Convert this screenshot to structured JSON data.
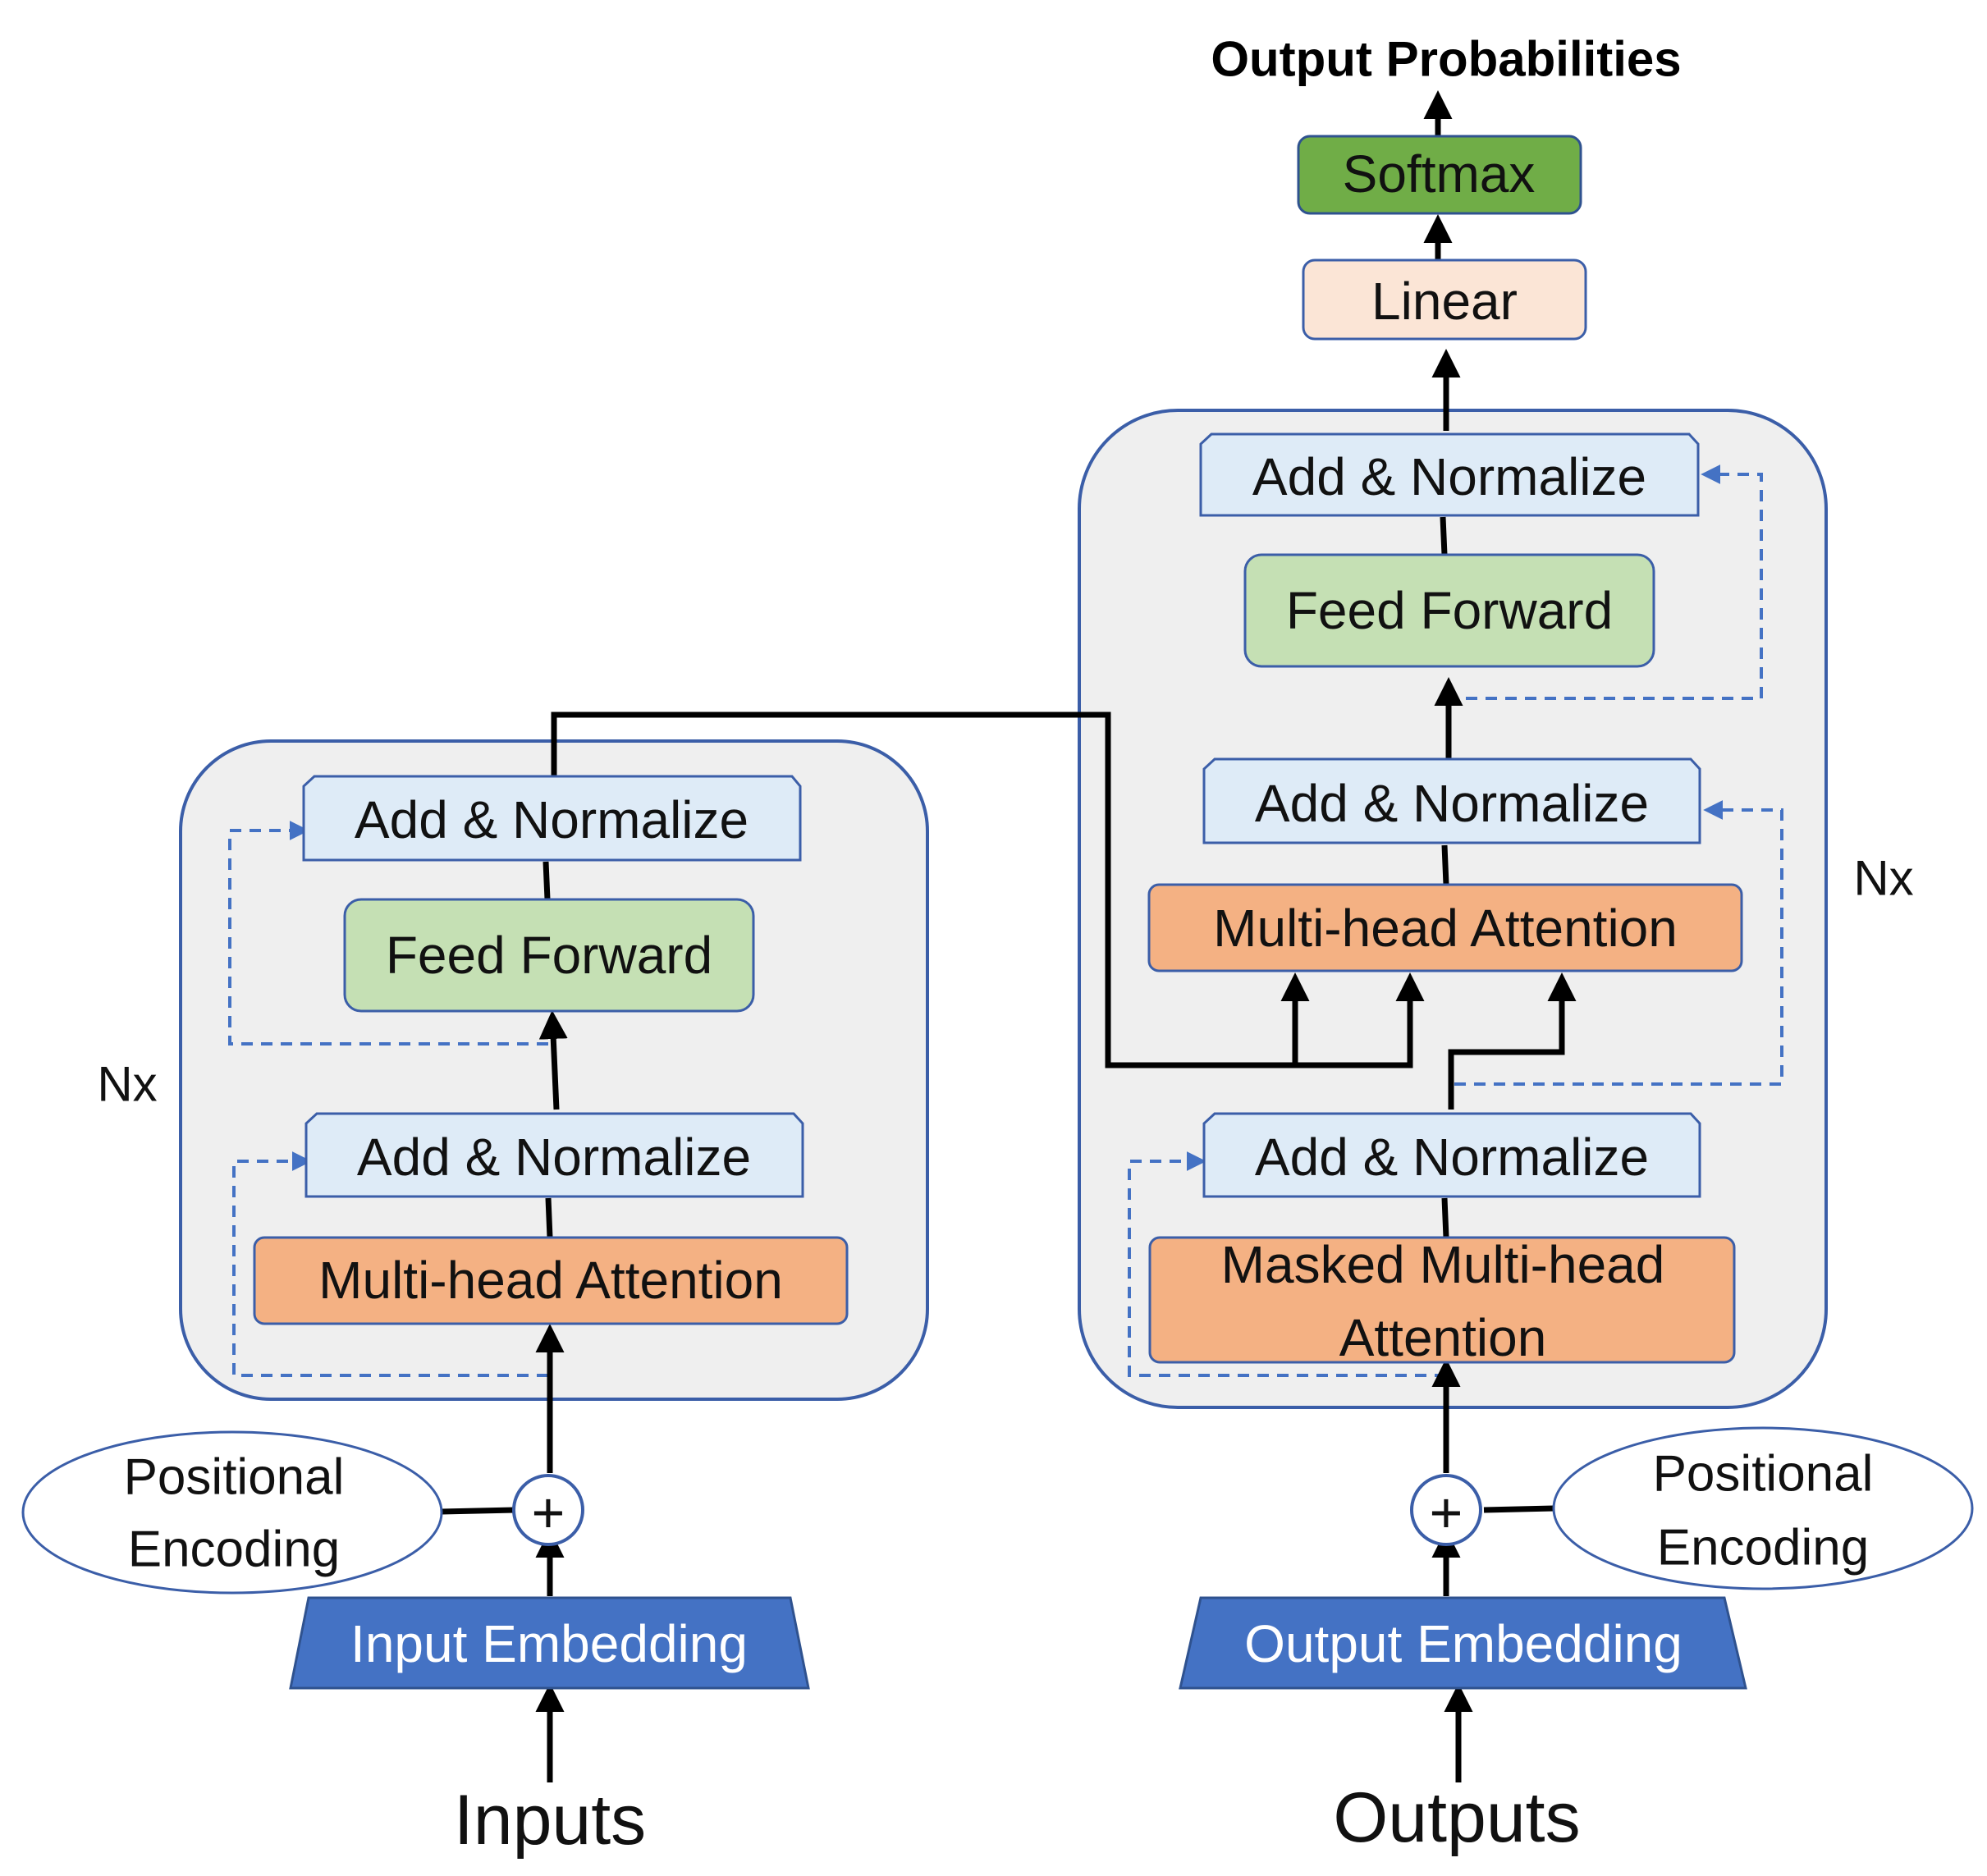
{
  "title": "Output Probabilities",
  "colors": {
    "container_fill": "#efefef",
    "container_stroke": "#3b5ea8",
    "norm_fill": "#deebf7",
    "attention_fill": "#f4b183",
    "feedforward_fill": "#c5e0b4",
    "softmax_fill": "#70ad47",
    "linear_fill": "#fbe5d6",
    "embedding_fill": "#4472c4",
    "residual_dash": "#4472c4",
    "line": "#000000"
  },
  "encoder": {
    "repeat_label": "Nx",
    "add_norm_top": "Add & Normalize",
    "feed_forward": "Feed Forward",
    "add_norm_bottom": "Add & Normalize",
    "attention": "Multi-head Attention",
    "positional_encoding": [
      "Positional",
      "Encoding"
    ],
    "plus_symbol": "+",
    "embedding": "Input Embedding",
    "input_label": "Inputs"
  },
  "decoder": {
    "repeat_label": "Nx",
    "add_norm_top": "Add & Normalize",
    "feed_forward": "Feed Forward",
    "add_norm_middle": "Add & Normalize",
    "attention": "Multi-head Attention",
    "add_norm_bottom": "Add & Normalize",
    "masked_attention": [
      "Masked Multi-head",
      "Attention"
    ],
    "positional_encoding": [
      "Positional",
      "Encoding"
    ],
    "plus_symbol": "+",
    "embedding": "Output Embedding",
    "output_label": "Outputs",
    "linear": "Linear",
    "softmax": "Softmax"
  }
}
